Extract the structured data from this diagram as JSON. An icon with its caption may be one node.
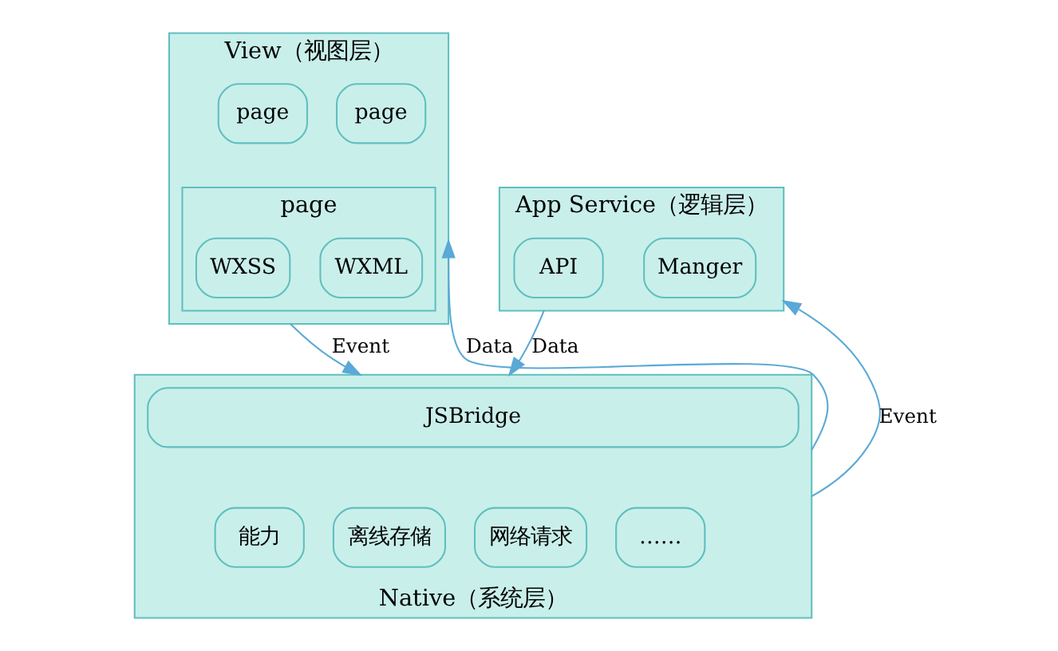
{
  "diagram": {
    "nodes": [
      {
        "text": [
          "View（视图层）"
        ]
      },
      {
        "text": [
          "page"
        ],
        "in": 0
      },
      {
        "text": [
          "page"
        ],
        "in": 0
      },
      {
        "text": [
          "page"
        ],
        "in": 0
      },
      {
        "text": [
          "WXML"
        ],
        "in": 3
      },
      {
        "text": [
          "WXSS"
        ],
        "in": 3
      },
      {
        "text": [
          "App Service（逻辑层）"
        ]
      },
      {
        "text": [
          "Manger"
        ],
        "in": 6
      },
      {
        "text": [
          "API"
        ],
        "in": 6
      },
      {
        "text": [
          "Native（系统层）"
        ]
      },
      {
        "text": [
          "JSBridge"
        ],
        "in": 9
      },
      {
        "text": [
          "能力"
        ],
        "in": 9
      },
      {
        "text": [
          "离线存储"
        ],
        "in": 9
      },
      {
        "text": [
          "网络请求"
        ],
        "in": 9
      },
      {
        "text": [
          "……"
        ],
        "in": 9
      }
    ],
    "edges": [
      {
        "from": 0,
        "to": 9,
        "arrow": "to",
        "label": "Event"
      },
      {
        "from": 9,
        "to": 0,
        "arrow": "to",
        "label": "Data"
      },
      {
        "from": 6,
        "to": 9,
        "arrow": "to",
        "label": "Data"
      },
      {
        "from": 9,
        "to": 6,
        "arrow": "to",
        "label": "Event"
      }
    ]
  }
}
